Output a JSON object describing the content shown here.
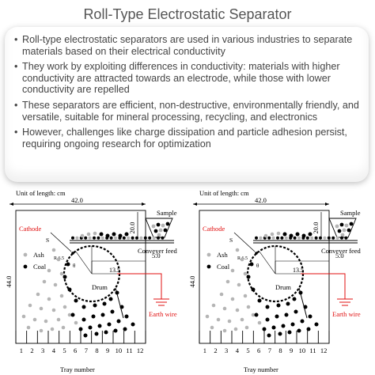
{
  "title": "Roll-Type Electrostatic Separator",
  "bullets": [
    "Roll-type electrostatic separators are used in various industries to separate materials based on their electrical conductivity",
    "They work by exploiting differences in conductivity: materials with higher conductivity are attracted towards an electrode, while those with lower conductivity are repelled",
    "These separators are efficient, non-destructive, environmentally friendly, and versatile, suitable for mineral processing, recycling, and electronics",
    "However, challenges like charge dissipation and particle adhesion persist, requiring ongoing research for optimization"
  ],
  "diagram": {
    "unit_label": "Unit of length: cm",
    "width_dim": "42.0",
    "height_dim": "44.0",
    "feed_height_dim": "20.0",
    "drum_offset_dim": "5.0",
    "drum_radius_dim": "13.5",
    "electrode_radius_dim": "R 6.5",
    "electrode_angle_label": "θ",
    "s_label": "S",
    "sample_label": "Sample",
    "cathode_label": "Cathode",
    "conveyer_label": "Conveyer feed",
    "ash_label": "Ash",
    "coal_label": "Coal",
    "drum_label": "Drum",
    "earth_wire_label": "Earth wire",
    "tray_axis_label": "Tray number",
    "tray_numbers": [
      "1",
      "2",
      "3",
      "4",
      "5",
      "6",
      "7",
      "8",
      "9",
      "10",
      "11",
      "12"
    ],
    "colors": {
      "cathode": "#e01010",
      "earth_wire": "#e01010",
      "line": "#000000",
      "ash": "#b5b5b5"
    }
  }
}
